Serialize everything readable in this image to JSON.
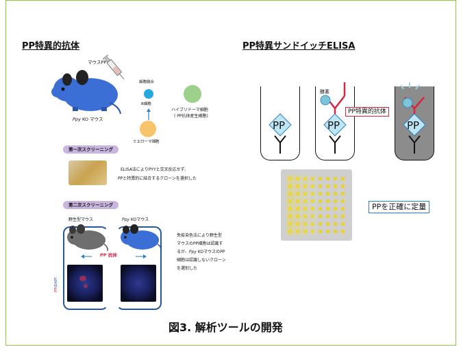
{
  "left_section": {
    "heading": "PP特異的抗体",
    "syringe_label": "マウスPP",
    "ko_mouse_label_italic": "Ppy",
    "ko_mouse_label_rest": " KO マウス",
    "fusion_label": "細胞融合",
    "b_cell_label": "B細胞",
    "myeloma_label": "ミエローマ細胞",
    "hybridoma_label_1": "ハイブリドーマ細胞",
    "hybridoma_label_2": "( PP抗体産生細胞)",
    "screening1_title": "第一次スクリーニング",
    "screening1_text_1": "ELISA法によりPYYと交叉反応せず、",
    "screening1_text_2": "PPと特異的に結合するクローンを選択した",
    "screening2_title": "第二次スクリーニング",
    "wild_mouse_label": "野生型マウス",
    "ko_panel_label_italic": "Ppy",
    "ko_panel_label_rest": " KOマウス",
    "antibody_arrow_label": "PP 抗体",
    "stain_label_pp": "PP",
    "stain_label_dapi": "/DAPI",
    "screening2_text_1": "免疫染色法により野生型",
    "screening2_text_2": "マウスのPP細胞は認識す",
    "screening2_text_3": "るが、",
    "screening2_text_3_italic": "Ppy",
    "screening2_text_3_rest": " KOマウスのPP",
    "screening2_text_4": "細胞は認識しないクローン",
    "screening2_text_5": "を選別した"
  },
  "right_section": {
    "heading": "PP特異サンドイッチELISA",
    "enzyme_label": "酵素",
    "antibody_label": "PP特異的抗体",
    "pp_label": "PP",
    "quantify_label": "PPを正確に定量"
  },
  "caption": "図3. 解析ツールの開発",
  "colors": {
    "frame": "#8dc63f",
    "mouse_blue": "#3b6fd6",
    "mouse_gray": "#6e6e6e",
    "pill": "#c9b6de",
    "b_cell": "#29a8e0",
    "myeloma": "#f7c46b",
    "hybridoma": "#9dd08a",
    "antibody_red": "#d7263d",
    "diamond_fill": "#bfe6f5",
    "enzyme": "#7cc6d8",
    "box_border": "#2a7fc1"
  }
}
